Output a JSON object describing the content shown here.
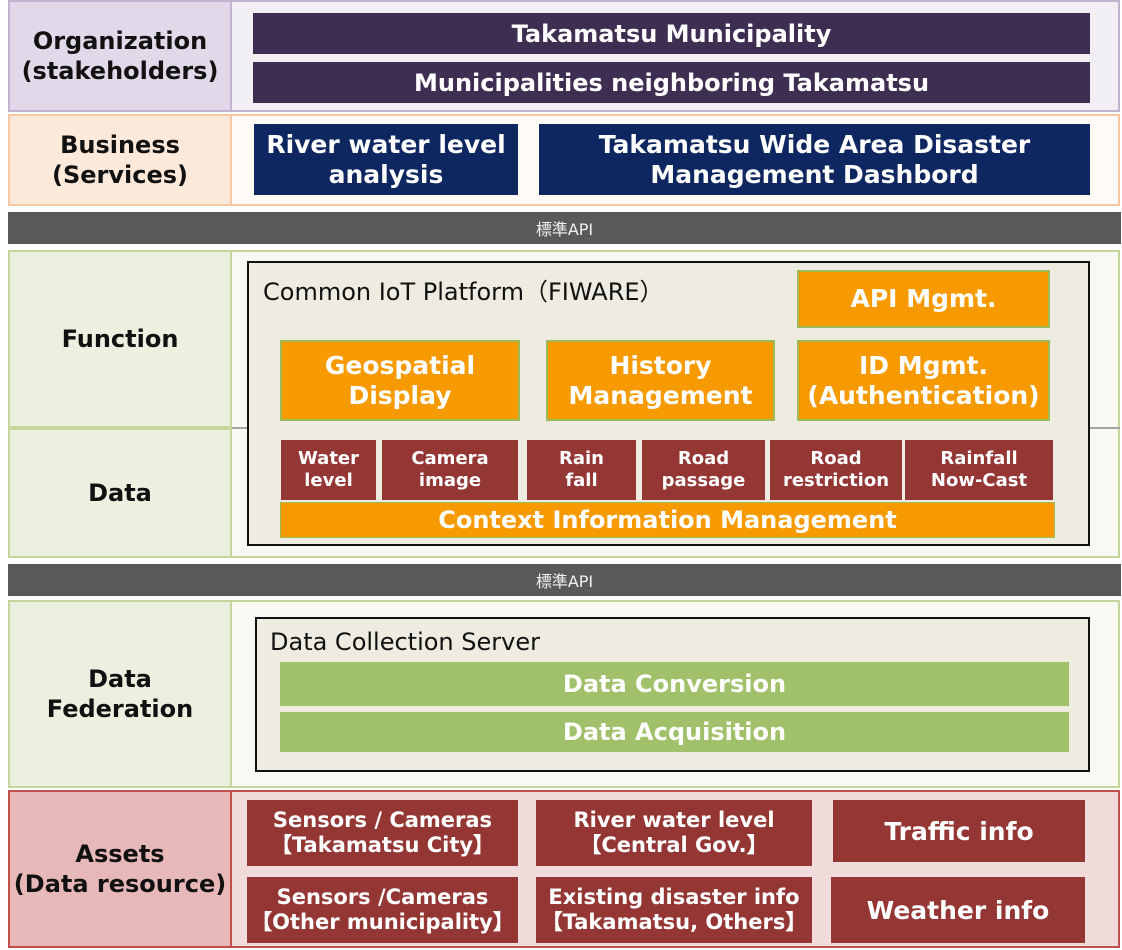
{
  "labels": {
    "organization": "Organization\n(stakeholders)",
    "business": "Business\n(Services)",
    "function": "Function",
    "data": "Data",
    "data_federation": "Data\nFederation",
    "assets": "Assets\n(Data resource)"
  },
  "organization": {
    "items": [
      "Takamatsu Municipality",
      "Municipalities neighboring Takamatsu"
    ]
  },
  "business": {
    "items": [
      "River water level\nanalysis",
      "Takamatsu Wide Area Disaster\nManagement Dashbord"
    ]
  },
  "api_bar_label": "標準API",
  "platform": {
    "title": "Common IoT Platform（FIWARE）",
    "api_mgmt": "API Mgmt.",
    "functions": [
      "Geospatial\nDisplay",
      "History\nManagement",
      "ID Mgmt.\n(Authentication)"
    ],
    "data_types": [
      "Water\nlevel",
      "Camera\nimage",
      "Rain\nfall",
      "Road\npassage",
      "Road\nrestriction",
      "Rainfall\nNow-Cast"
    ],
    "context": "Context Information Management"
  },
  "collection": {
    "title": "Data Collection Server",
    "items": [
      "Data Conversion",
      "Data Acquisition"
    ]
  },
  "assets": {
    "items": [
      "Sensors / Cameras\n【Takamatsu City】",
      "River water level\n【Central Gov.】",
      "Traffic info",
      "Sensors /Cameras\n【Other municipality】",
      "Existing disaster info\n【Takamatsu, Others】",
      "Weather info"
    ]
  },
  "colors": {
    "organization_bg": "#e6e0ec",
    "business_bg": "#fde9d9",
    "function_bg": "#ebf1de",
    "assets_bg": "#f2dcdb",
    "purple": "#3e2e52",
    "navy": "#0e2760",
    "orange": "#f79a00",
    "dark_red": "#943634",
    "green": "#a0c06a",
    "gray_bar": "#595959"
  }
}
